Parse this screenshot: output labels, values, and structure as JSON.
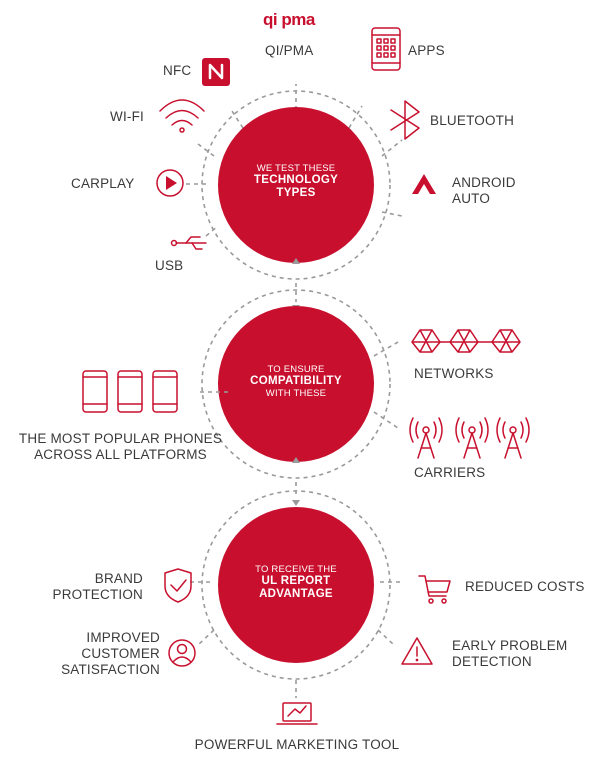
{
  "hubs": [
    {
      "line1": "WE TEST THESE",
      "line2": "TECHNOLOGY",
      "line3": "TYPES"
    },
    {
      "line1": "TO ENSURE",
      "line2": "COMPATIBILITY",
      "line3": "WITH THESE"
    },
    {
      "line1": "TO RECEIVE THE",
      "line2": "UL REPORT",
      "line3": "ADVANTAGE"
    }
  ],
  "technologies": {
    "qi_logo": "qi pma",
    "qi": "QI/PMA",
    "apps": "APPS",
    "nfc": "NFC",
    "wifi": "WI-FI",
    "bluetooth": "BLUETOOTH",
    "carplay": "CARPLAY",
    "android_auto": [
      "ANDROID",
      "AUTO"
    ],
    "usb": "USB"
  },
  "compatibility": {
    "phones": [
      "THE MOST POPULAR PHONES",
      "ACROSS ALL PLATFORMS"
    ],
    "networks": "NETWORKS",
    "carriers": "CARRIERS"
  },
  "advantages": {
    "brand": [
      "BRAND",
      "PROTECTION"
    ],
    "costs": "REDUCED COSTS",
    "satisfaction": [
      "IMPROVED",
      "CUSTOMER",
      "SATISFACTION"
    ],
    "detection": [
      "EARLY PROBLEM",
      "DETECTION"
    ],
    "marketing": "POWERFUL MARKETING TOOL"
  },
  "colors": {
    "accent": "#c8102e",
    "text": "#3a3a3a",
    "dash": "#9a9a9a"
  }
}
